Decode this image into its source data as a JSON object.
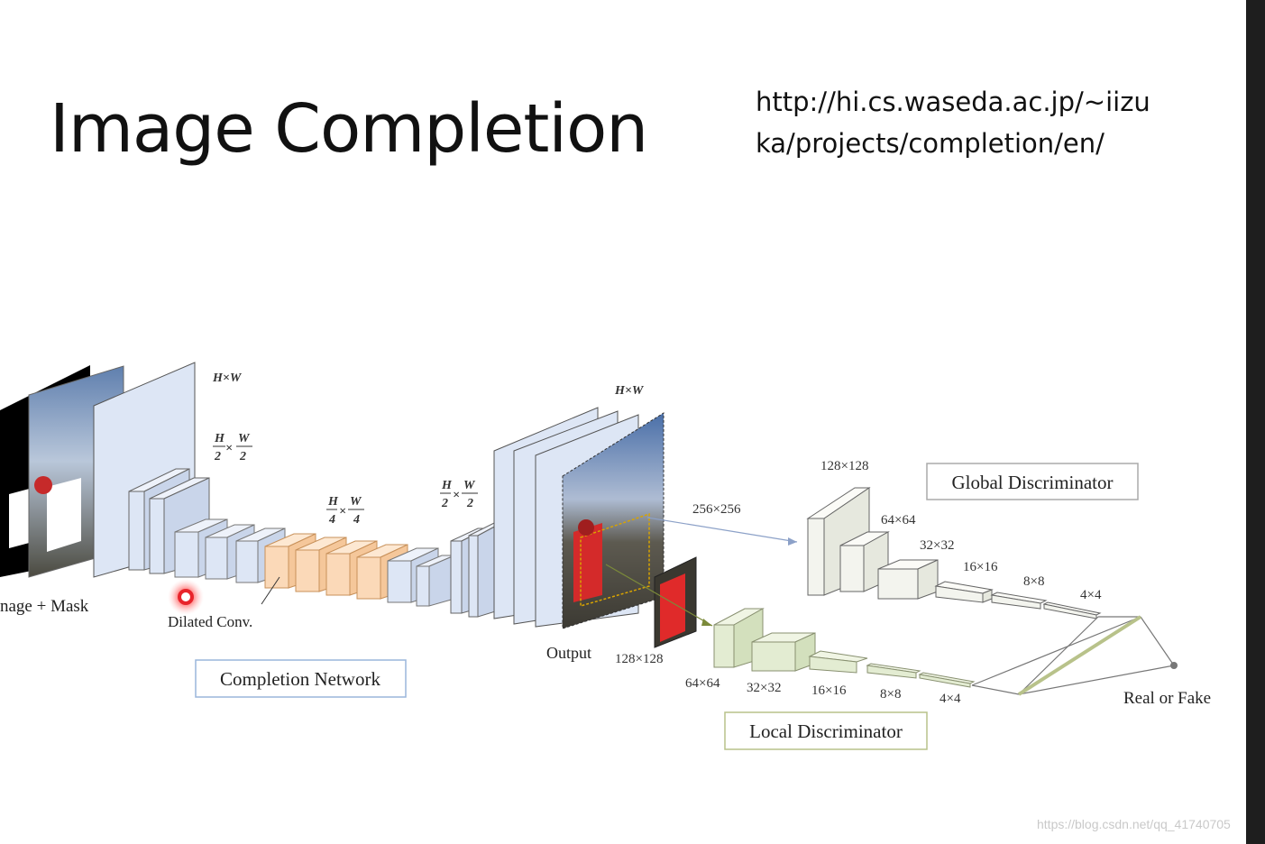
{
  "slide": {
    "title": "Image Completion",
    "url_line1": "http://hi.cs.waseda.ac.jp/~iizu",
    "url_line2": "ka/projects/completion/en/",
    "watermark": "https://blog.csdn.net/qq_41740705"
  },
  "diagram": {
    "input_label": "nage + Mask",
    "dilated_label": "Dilated Conv.",
    "completion_network": "Completion Network",
    "output_label": "Output",
    "global_discriminator": "Global Discriminator",
    "local_discriminator": "Local Discriminator",
    "real_or_fake": "Real or Fake",
    "dims": {
      "hw_1": "H×W",
      "h2w2_1_num_h": "H",
      "h2w2_1_den_h": "2",
      "h2w2_1_num_w": "W",
      "h2w2_1_den_w": "2",
      "h4w4_num_h": "H",
      "h4w4_den_h": "4",
      "h4w4_num_w": "W",
      "h4w4_den_w": "4",
      "h2w2_2_num_h": "H",
      "h2w2_2_den_h": "2",
      "h2w2_2_num_w": "W",
      "h2w2_2_den_w": "2",
      "hw_2": "H×W",
      "times": "×"
    },
    "global_sizes": [
      "256×256",
      "128×128",
      "64×64",
      "32×32",
      "16×16",
      "8×8",
      "4×4"
    ],
    "local_sizes": [
      "128×128",
      "64×64",
      "32×32",
      "16×16",
      "8×8",
      "4×4"
    ],
    "colors": {
      "encoder_block": "#dde6f5",
      "dilated_block": "#fbd9b8",
      "global_block": "#f3f4ee",
      "local_block": "#e3ecd2",
      "dilated_marker": "#e8242b"
    }
  }
}
